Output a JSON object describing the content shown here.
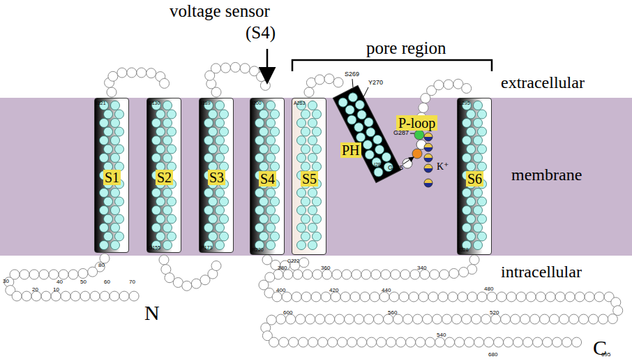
{
  "diagram": {
    "nodes": [
      {
        "text": [
          "S1"
        ]
      },
      {
        "text": [
          "S2"
        ]
      },
      {
        "text": [
          "S3"
        ]
      },
      {
        "text": [
          "S4"
        ]
      },
      {
        "text": [
          "S5"
        ]
      },
      {
        "text": [
          "PH"
        ]
      },
      {
        "text": [
          "S6"
        ]
      }
    ],
    "labels": [
      "voltage sensor",
      "(S4)",
      "pore region",
      "extracellular",
      "membrane",
      "intracellular",
      "P-loop",
      "S269",
      "Y270",
      "G287",
      "G285",
      "K⁺",
      "N",
      "C",
      "I121",
      "E130",
      "I189",
      "I200",
      "A263",
      "L295",
      "G155",
      "P173",
      "R220",
      "G222",
      "I328",
      "I282",
      "80",
      "70",
      "60",
      "50",
      "40",
      "30",
      "20",
      "10",
      "380",
      "360",
      "340",
      "400",
      "420",
      "440",
      "480",
      "600",
      "560",
      "520",
      "540",
      "680",
      "695"
    ]
  }
}
